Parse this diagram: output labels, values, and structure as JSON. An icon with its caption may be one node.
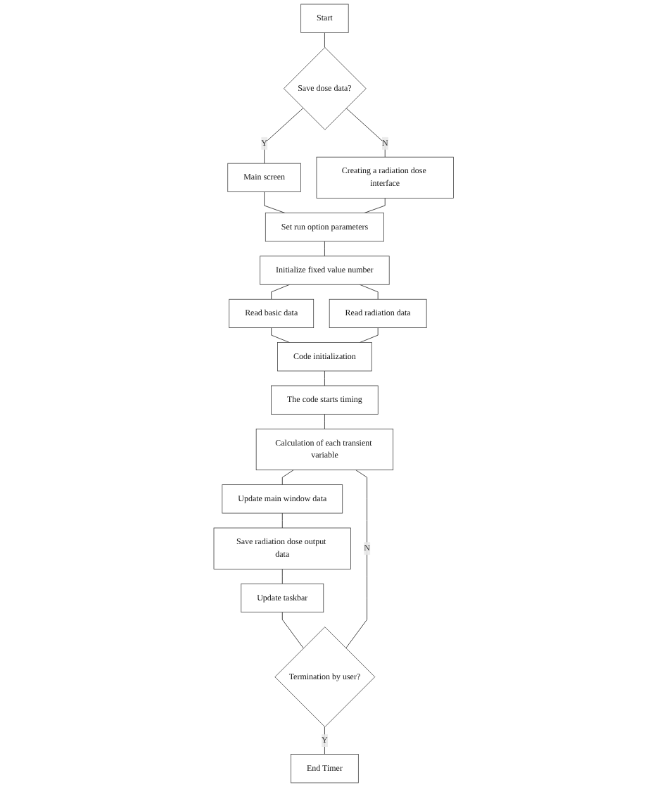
{
  "diagram": {
    "nodes": [
      {
        "text": [
          "Start"
        ]
      },
      {
        "text": [
          "Save dose data?"
        ]
      },
      {
        "text": [
          "Main screen"
        ]
      },
      {
        "text": [
          "Creating a radiation dose interface"
        ]
      },
      {
        "text": [
          "Set run option parameters"
        ]
      },
      {
        "text": [
          "Initialize fixed value number"
        ]
      },
      {
        "text": [
          "Read basic data"
        ]
      },
      {
        "text": [
          "Read radiation data"
        ]
      },
      {
        "text": [
          "Code initialization"
        ]
      },
      {
        "text": [
          "The code starts timing"
        ]
      },
      {
        "text": [
          "Calculation of each transient variable"
        ]
      },
      {
        "text": [
          "Update main window data"
        ]
      },
      {
        "text": [
          "Save radiation dose output data"
        ]
      },
      {
        "text": [
          "Update taskbar"
        ]
      },
      {
        "text": [
          "Termination by user?"
        ]
      },
      {
        "text": [
          "End Timer"
        ]
      }
    ],
    "edges": [
      {
        "from": 0,
        "to": 1,
        "arrow": "none"
      },
      {
        "from": 1,
        "to": 2,
        "arrow": "none",
        "label": "Y"
      },
      {
        "from": 1,
        "to": 3,
        "arrow": "none",
        "label": "N"
      },
      {
        "from": 2,
        "to": 4,
        "arrow": "none"
      },
      {
        "from": 3,
        "to": 4,
        "arrow": "none"
      },
      {
        "from": 4,
        "to": 5,
        "arrow": "none"
      },
      {
        "from": 5,
        "to": 6,
        "arrow": "none"
      },
      {
        "from": 5,
        "to": 7,
        "arrow": "none"
      },
      {
        "from": 6,
        "to": 8,
        "arrow": "none"
      },
      {
        "from": 7,
        "to": 8,
        "arrow": "none"
      },
      {
        "from": 8,
        "to": 9,
        "arrow": "none"
      },
      {
        "from": 9,
        "to": 10,
        "arrow": "none"
      },
      {
        "from": 10,
        "to": 11,
        "arrow": "none"
      },
      {
        "from": 11,
        "to": 12,
        "arrow": "none"
      },
      {
        "from": 12,
        "to": 13,
        "arrow": "none"
      },
      {
        "from": 13,
        "to": 14,
        "arrow": "none"
      },
      {
        "from": 14,
        "to": 10,
        "arrow": "none",
        "label": "N"
      },
      {
        "from": 14,
        "to": 15,
        "arrow": "none",
        "label": "Y"
      }
    ]
  }
}
